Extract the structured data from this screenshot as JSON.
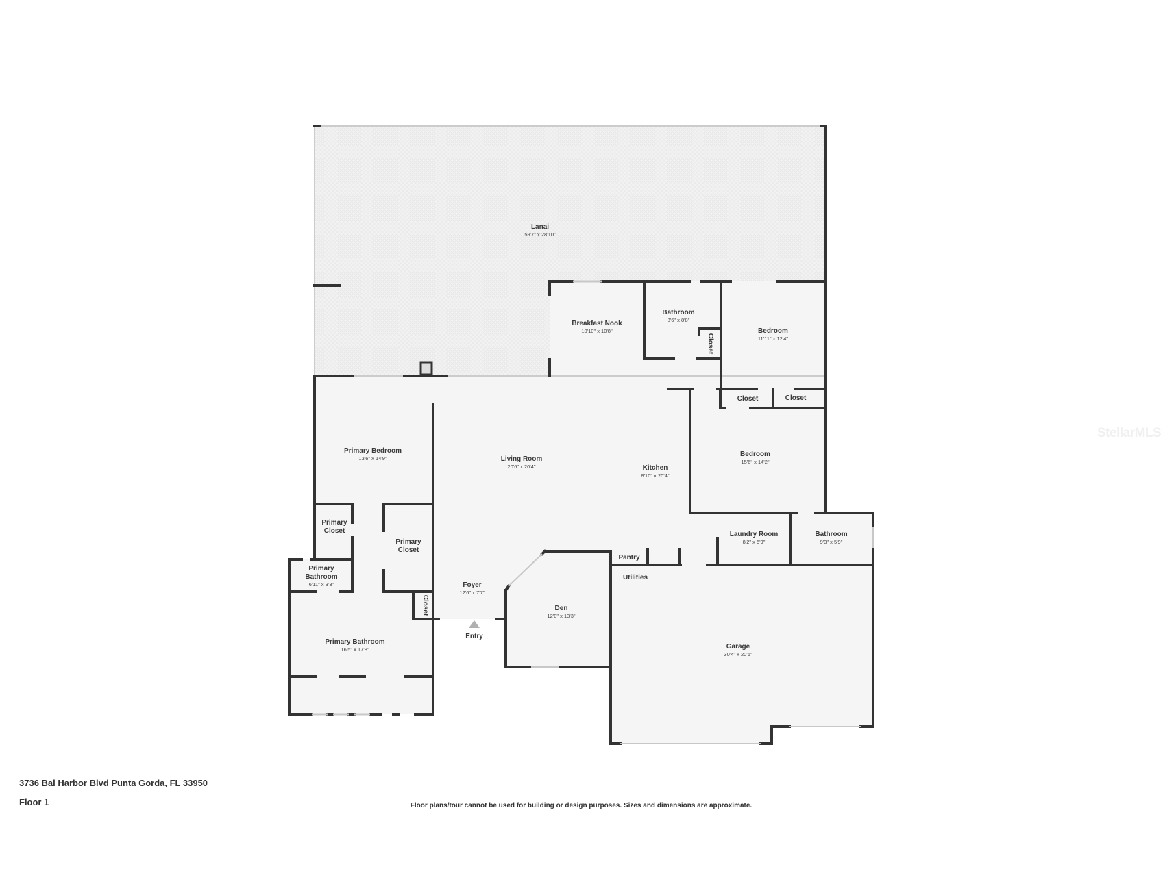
{
  "rooms": {
    "lanai": {
      "name": "Lanai",
      "dims": "59'7\" x 28'10\""
    },
    "breakfast_nook": {
      "name": "Breakfast Nook",
      "dims": "10'10\" x 10'8\""
    },
    "bathroom_1": {
      "name": "Bathroom",
      "dims": "8'6\" x 8'8\""
    },
    "closet_bath": {
      "name": "Closet"
    },
    "bedroom_1": {
      "name": "Bedroom",
      "dims": "11'11\" x 12'4\""
    },
    "closet_a": {
      "name": "Closet"
    },
    "closet_b": {
      "name": "Closet"
    },
    "primary_bedroom": {
      "name": "Primary Bedroom",
      "dims": "13'6\" x 14'9\""
    },
    "living_room": {
      "name": "Living Room",
      "dims": "20'6\" x 20'4\""
    },
    "kitchen": {
      "name": "Kitchen",
      "dims": "8'10\" x 20'4\""
    },
    "bedroom_2": {
      "name": "Bedroom",
      "dims": "15'6\" x 14'2\""
    },
    "primary_closet_1": {
      "name": "Primary Closet"
    },
    "primary_closet_2": {
      "name": "Primary Closet"
    },
    "laundry_room": {
      "name": "Laundry Room",
      "dims": "8'2\" x 5'9\""
    },
    "bathroom_2": {
      "name": "Bathroom",
      "dims": "9'3\" x 5'9\""
    },
    "pantry": {
      "name": "Pantry"
    },
    "utilities": {
      "name": "Utilities"
    },
    "primary_bathroom_small": {
      "name": "Primary Bathroom",
      "dims": "6'11\" x 3'3\""
    },
    "foyer": {
      "name": "Foyer",
      "dims": "12'6\" x 7'7\""
    },
    "closet_foyer": {
      "name": "Closet"
    },
    "den": {
      "name": "Den",
      "dims": "12'0\" x 13'3\""
    },
    "entry": {
      "name": "Entry"
    },
    "primary_bathroom": {
      "name": "Primary Bathroom",
      "dims": "16'5\" x 17'8\""
    },
    "garage": {
      "name": "Garage",
      "dims": "30'4\" x 20'6\""
    }
  },
  "footer": {
    "address": "3736 Bal Harbor Blvd Punta Gorda, FL 33950",
    "floor": "Floor 1",
    "disclaimer": "Floor plans/tour cannot be used for building or design purposes. Sizes and dimensions are approximate."
  },
  "watermark": "StellarMLS",
  "colors": {
    "wall": "#333333",
    "floor": "#f4f4f4",
    "lanai_floor": "#eeeeee",
    "window": "#cccccc",
    "entry_marker": "#b0b0b0"
  }
}
